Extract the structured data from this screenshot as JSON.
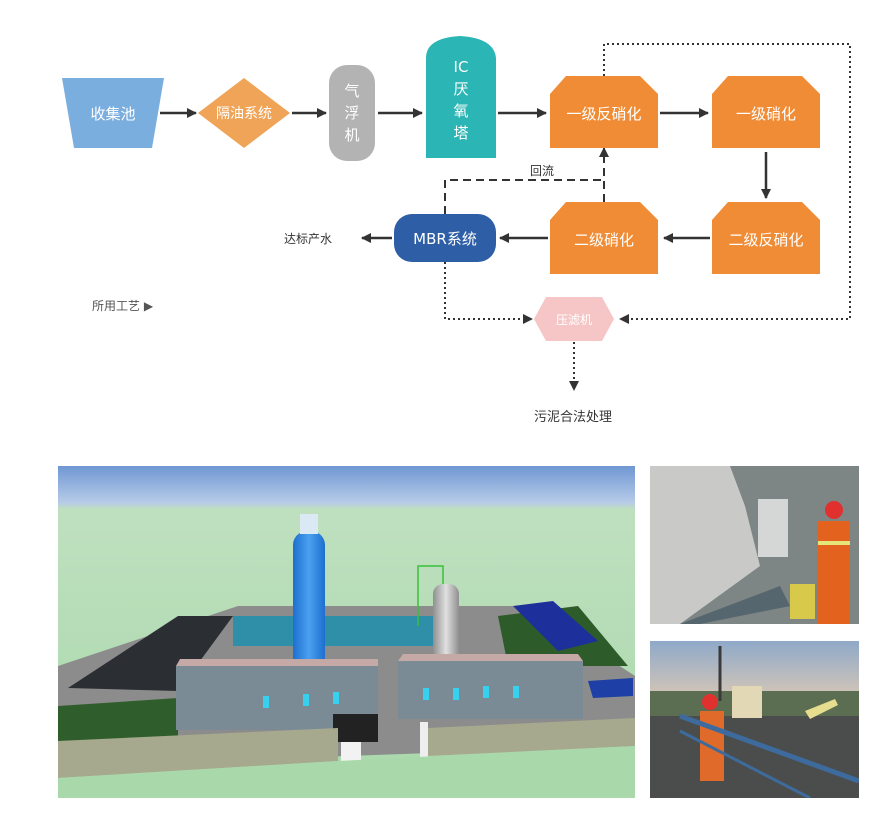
{
  "flowchart": {
    "nodes": {
      "collection_tank": "收集池",
      "oil_separation": "隔油系统",
      "air_flotation": [
        "气",
        "浮",
        "机"
      ],
      "ic_tower": [
        "IC",
        "厌",
        "氧",
        "塔"
      ],
      "primary_denitrification": "一级反硝化",
      "primary_nitrification": "一级硝化",
      "secondary_denitrification": "二级反硝化",
      "secondary_nitrification": "二级硝化",
      "mbr_system": "MBR系统",
      "filter_press": "压滤机"
    },
    "labels": {
      "reflux": "回流",
      "effluent": "达标产水",
      "sludge_disposal": "污泥合法处理",
      "process_used": "所用工艺 ▶"
    },
    "colors": {
      "collection_tank": "#7aaede",
      "oil_separation": "#f0a457",
      "air_flotation": "#b3b3b3",
      "ic_tower": "#2cb5b5",
      "nitrification": "#f08c35",
      "mbr_system": "#2e5ea5",
      "filter_press": "#f6c6c7",
      "arrow": "#333333"
    }
  },
  "images": {
    "rendering": "污水处理厂三维效果图",
    "photo_top": "现场操作照片-压滤机控制柜",
    "photo_bottom": "现场操作照片-MBR池"
  }
}
